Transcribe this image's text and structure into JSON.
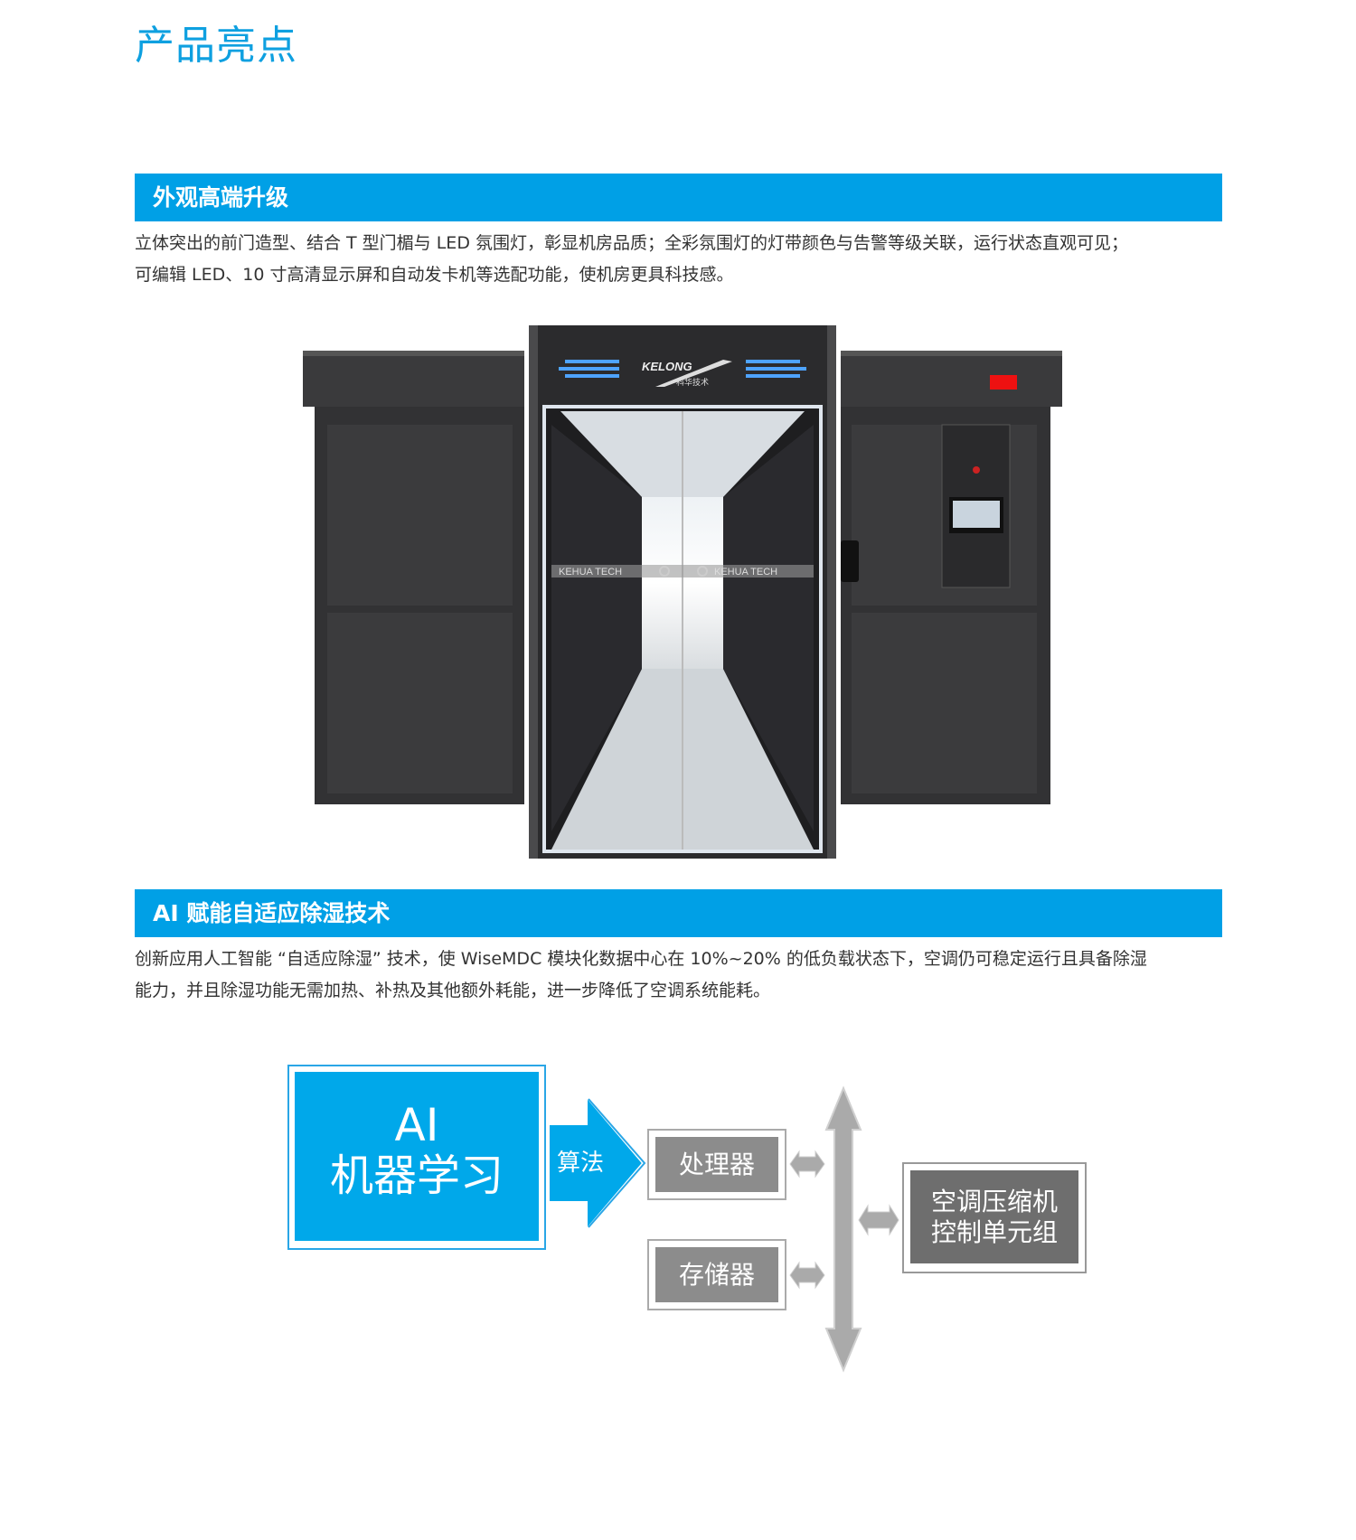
{
  "page_title": "产品亮点",
  "sections": [
    {
      "heading": "外观高端升级",
      "body_line1": "立体突出的前门造型、结合 T 型门楣与 LED 氛围灯，彰显机房品质；全彩氛围灯的灯带颜色与告警等级关联，运行状态直观可见；",
      "body_line2": "可编辑 LED、10 寸高清显示屏和自动发卡机等选配功能，使机房更具科技感。"
    },
    {
      "heading": "AI 赋能自适应除湿技术",
      "body_line1": "创新应用人工智能 “自适应除湿” 技术，使 WiseMDC 模块化数据中心在 10%~20% 的低负载状态下，空调仍可稳定运行且具备除湿",
      "body_line2": "能力，并且除湿功能无需加热、补热及其他额外耗能，进一步降低了空调系统能耗。"
    }
  ],
  "product_image": {
    "logo_text": "KELONG",
    "logo_sub": "科华技术",
    "door_text": "KEHUA TECH"
  },
  "diagram": {
    "ai_line1": "AI",
    "ai_line2": "机器学习",
    "arrow_label": "算法",
    "processor": "处理器",
    "storage": "存储器",
    "control_line1": "空调压缩机",
    "control_line2": "控制单元组"
  },
  "colors": {
    "accent": "#00a0e6",
    "title": "#0ea0e0",
    "gray_box": "#8c8c8c",
    "dark_box": "#6e6e6e"
  }
}
